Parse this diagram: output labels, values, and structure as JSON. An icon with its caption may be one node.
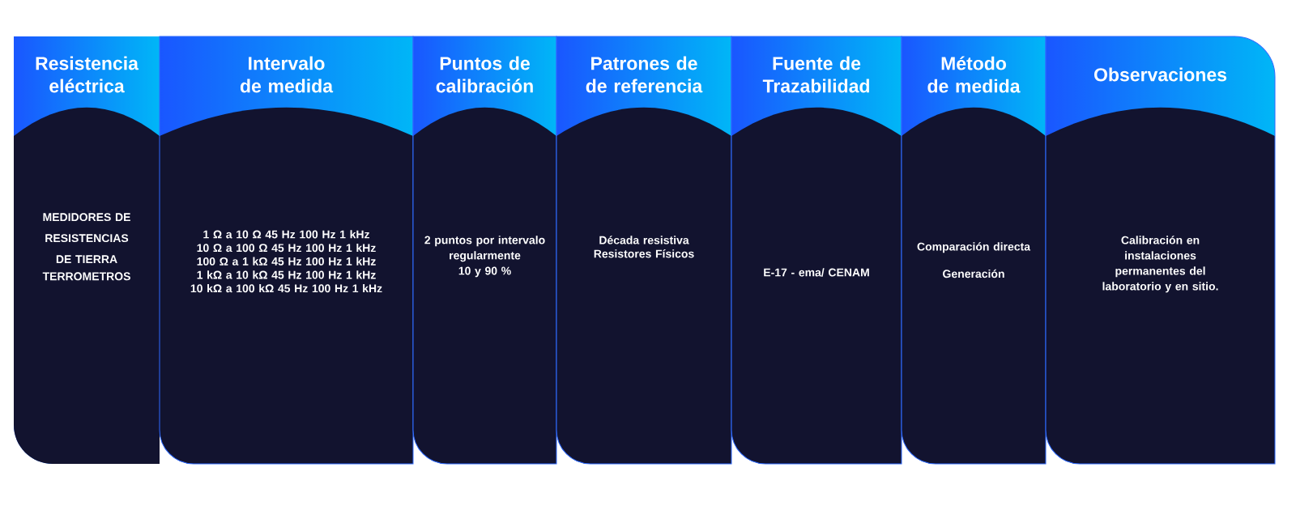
{
  "diagram": {
    "nodes": [
      {
        "text": [
          "Resistencia eléctrica",
          "MEDIDORES DE RESISTENCIAS DE TIERRA",
          "TERROMETROS"
        ]
      },
      {
        "text": [
          "Intervalo de medida",
          "1 Ω a 10 Ω 45 Hz 100 Hz 1 kHz",
          "10 Ω a 100 Ω 45 Hz 100 Hz 1 kHz",
          "100 Ω a 1 kΩ 45 Hz 100 Hz 1 kHz",
          "1 kΩ a 10 kΩ 45 Hz 100 Hz 1 kHz",
          "10 kΩ a 100 kΩ 45 Hz 100 Hz 1 kHz"
        ]
      },
      {
        "text": [
          "Puntos de calibración",
          "2 puntos por intervalo regularmente 10 y 90 %"
        ]
      },
      {
        "text": [
          "Patrones de de referencia",
          "Década resistiva",
          "Resistores Físicos"
        ]
      },
      {
        "text": [
          "Fuente de Trazabilidad",
          "E-17 - ema/ CENAM"
        ]
      },
      {
        "text": [
          "Método de medida",
          "Comparación directa",
          "Generación"
        ]
      },
      {
        "text": [
          "Observaciones",
          "Calibración en instalaciones permanentes del laboratorio y en sitio."
        ]
      }
    ]
  }
}
